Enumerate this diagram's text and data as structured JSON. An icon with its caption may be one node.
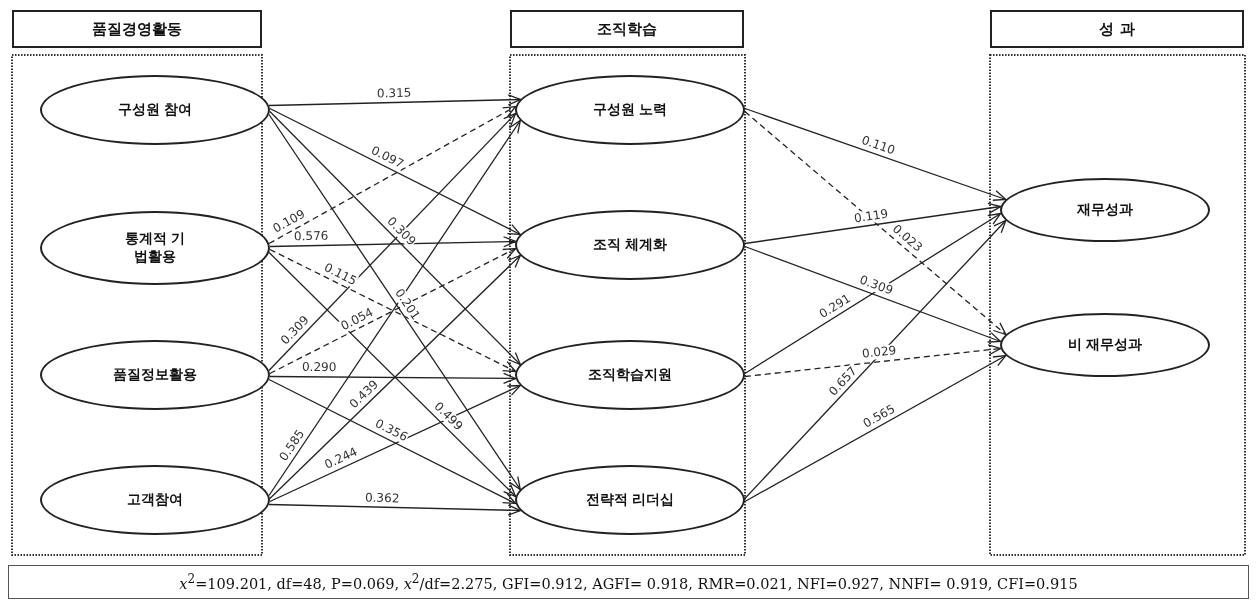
{
  "diagram": {
    "nodes": [
      {
        "text": [
          "품질경영활동"
        ]
      },
      {
        "text": [
          "조직학습"
        ]
      },
      {
        "text": [
          "성 과"
        ]
      },
      {
        "text": [
          "구성원 참여"
        ]
      },
      {
        "text": [
          "통계적 기법활용"
        ]
      },
      {
        "text": [
          "품질정보활용"
        ]
      },
      {
        "text": [
          "고객참여"
        ]
      },
      {
        "text": [
          "구성원 노력"
        ]
      },
      {
        "text": [
          "조직 체계화"
        ]
      },
      {
        "text": [
          "조직학습지원"
        ]
      },
      {
        "text": [
          "전략적 리더십"
        ]
      },
      {
        "text": [
          "재무성과"
        ]
      },
      {
        "text": [
          "비 재무성과"
        ]
      }
    ],
    "edges": [
      {
        "from": 3,
        "to": 7,
        "arrow": "to",
        "label": "0.315"
      },
      {
        "from": 3,
        "to": 8,
        "arrow": "to",
        "label": "0.097"
      },
      {
        "from": 3,
        "to": 9,
        "arrow": "to",
        "label": "0.309"
      },
      {
        "from": 3,
        "to": 10,
        "arrow": "to",
        "label": "0.201"
      },
      {
        "from": 4,
        "to": 7,
        "arrow": "to",
        "label": "0.109",
        "style": "dashed"
      },
      {
        "from": 4,
        "to": 8,
        "arrow": "to",
        "label": "0.576"
      },
      {
        "from": 4,
        "to": 9,
        "arrow": "to",
        "label": "0.115",
        "style": "dashed"
      },
      {
        "from": 4,
        "to": 10,
        "arrow": "to",
        "label": "0.499"
      },
      {
        "from": 5,
        "to": 7,
        "arrow": "to",
        "label": "0.309"
      },
      {
        "from": 5,
        "to": 8,
        "arrow": "to",
        "label": "0.054",
        "style": "dashed"
      },
      {
        "from": 5,
        "to": 9,
        "arrow": "to",
        "label": "0.290"
      },
      {
        "from": 5,
        "to": 10,
        "arrow": "to",
        "label": "0.356"
      },
      {
        "from": 6,
        "to": 7,
        "arrow": "to",
        "label": "0.585"
      },
      {
        "from": 6,
        "to": 8,
        "arrow": "to",
        "label": "0.439"
      },
      {
        "from": 6,
        "to": 9,
        "arrow": "to",
        "label": "0.244"
      },
      {
        "from": 6,
        "to": 10,
        "arrow": "to",
        "label": "0.362"
      },
      {
        "from": 7,
        "to": 11,
        "arrow": "to",
        "label": "0.110"
      },
      {
        "from": 7,
        "to": 12,
        "arrow": "to",
        "label": "0.023",
        "style": "dashed"
      },
      {
        "from": 8,
        "to": 11,
        "arrow": "to",
        "label": "0.119"
      },
      {
        "from": 8,
        "to": 12,
        "arrow": "to",
        "label": "0.309"
      },
      {
        "from": 9,
        "to": 11,
        "arrow": "to",
        "label": "0.291"
      },
      {
        "from": 9,
        "to": 12,
        "arrow": "to",
        "label": "0.029",
        "style": "dashed"
      },
      {
        "from": 10,
        "to": 11,
        "arrow": "to",
        "label": "0.657"
      },
      {
        "from": 10,
        "to": 12,
        "arrow": "to",
        "label": "0.565"
      }
    ],
    "labels": [
      "*x*$^{2}$=109.201, df=48, P=0.069, *x*$^{2}$/df=2.275, GFI=0.912, AGFI= 0.918, RMR=0.021, NFI=0.927, NNFI= 0.919, CFI=0.915"
    ]
  }
}
